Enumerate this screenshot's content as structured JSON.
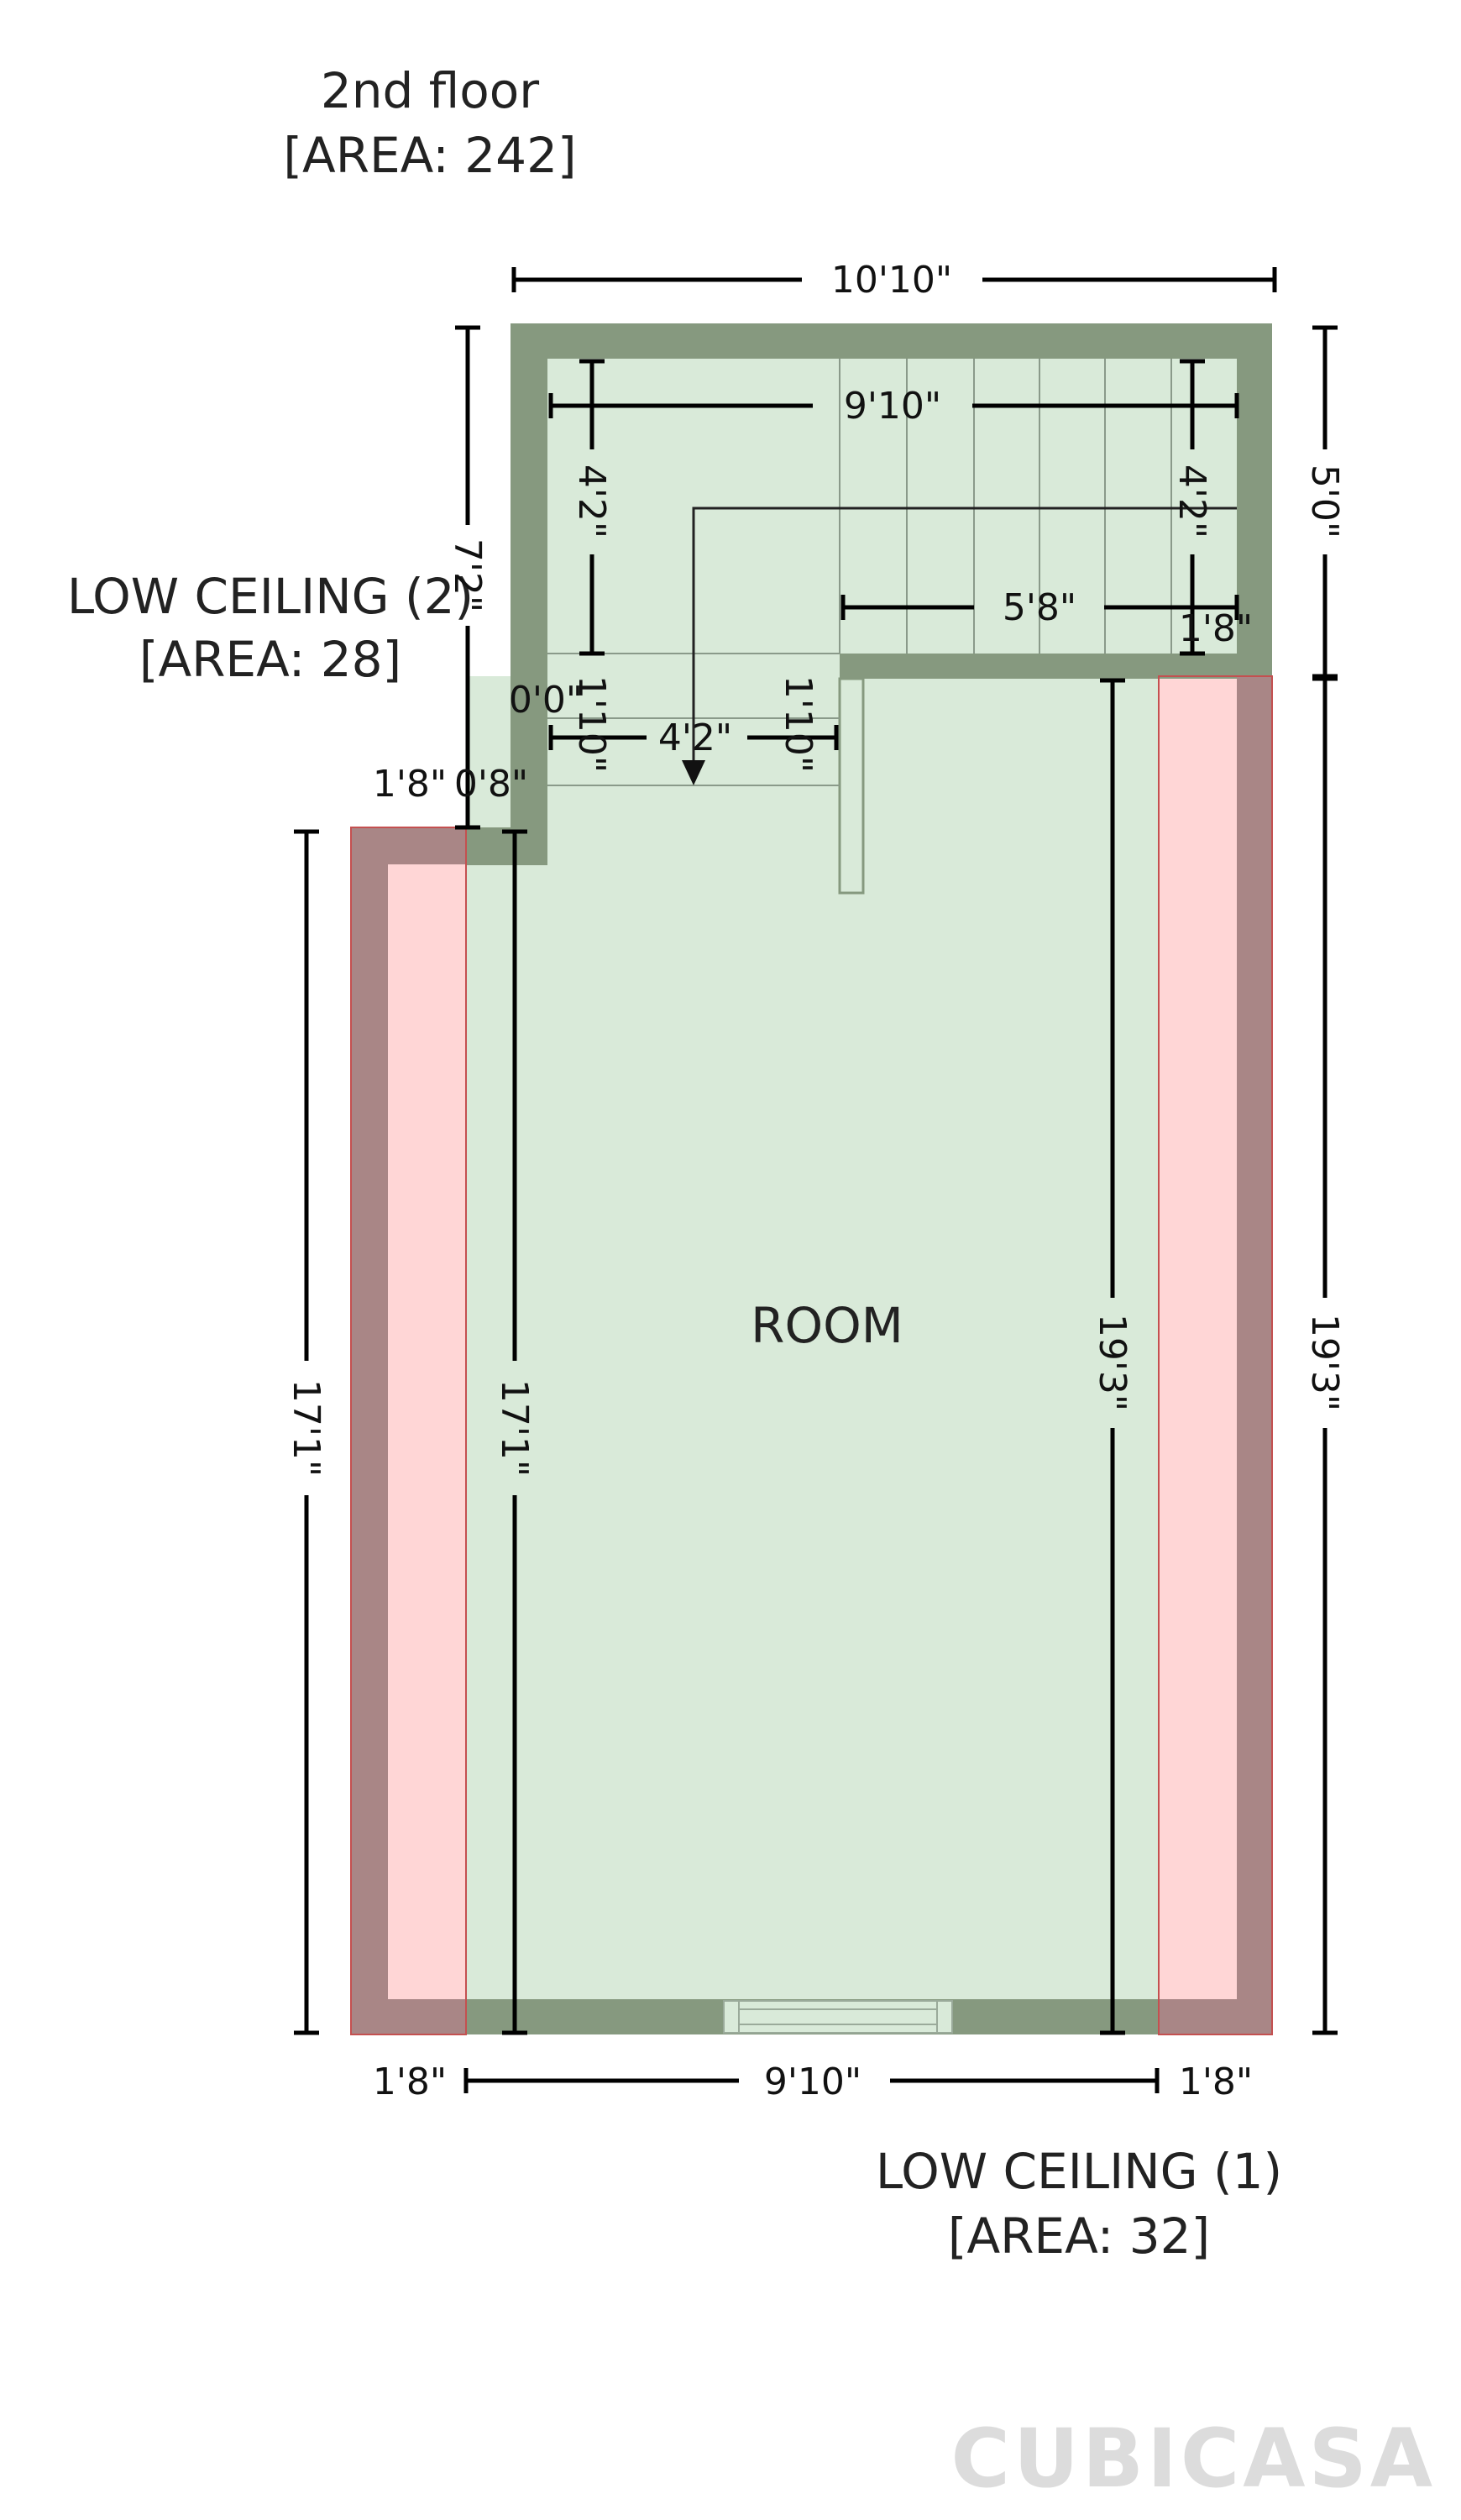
{
  "floor": {
    "title": "2nd floor",
    "area": "[AREA: 242]"
  },
  "rooms": {
    "room": {
      "label": "ROOM"
    },
    "low_ceiling_1": {
      "label": "LOW CEILING (1)",
      "area": "[AREA: 32]"
    },
    "low_ceiling_2": {
      "label": "LOW CEILING (2)",
      "area": "[AREA: 28]"
    }
  },
  "dimensions": {
    "top_width": "10'10\"",
    "stair_width": "9'10\"",
    "stair_left_height": "4'2\"",
    "stair_right_height": "4'2\"",
    "stair_run": "5'8\"",
    "stair_step": "1'8\"",
    "right_top": "5'0\"",
    "left_top": "7'2\"",
    "landing_zero": "0'0\"",
    "landing_left": "1'10\"",
    "landing_right": "1'10\"",
    "landing_width": "4'2\"",
    "left_offset_a": "1'8\"",
    "left_offset_b": "0'8\"",
    "left_outer": "17'1\"",
    "left_inner": "17'1\"",
    "right_inner": "19'3\"",
    "right_outer": "19'3\"",
    "bottom_left": "1'8\"",
    "bottom_mid": "9'10\"",
    "bottom_right": "1'8\""
  },
  "logo": "CUBICASA",
  "colors": {
    "wall": "#86997f",
    "room_fill": "#d9ead9",
    "low_ceiling_fill": "#ffd6d6",
    "low_ceiling_wall": "#a98686",
    "low_ceiling_edge": "#c45050"
  }
}
